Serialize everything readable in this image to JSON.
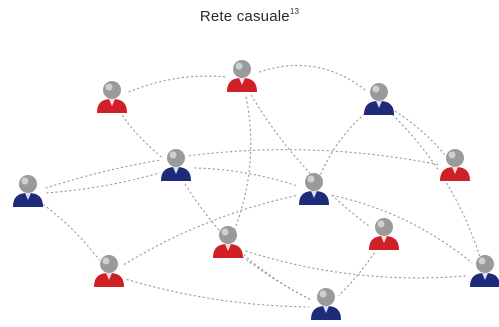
{
  "title": {
    "text": "Rete casuale",
    "footnote": "13"
  },
  "colors": {
    "red_shirt": "#cf2027",
    "blue_shirt": "#1f2a7a",
    "head": "#9a9a9a",
    "link": "#9a9a9a"
  },
  "nodes": [
    {
      "id": "n1",
      "color": "red"
    },
    {
      "id": "n2",
      "color": "red"
    },
    {
      "id": "n3",
      "color": "blue"
    },
    {
      "id": "n4",
      "color": "blue"
    },
    {
      "id": "n5",
      "color": "red"
    },
    {
      "id": "n6",
      "color": "blue"
    },
    {
      "id": "n7",
      "color": "blue"
    },
    {
      "id": "n8",
      "color": "red"
    },
    {
      "id": "n9",
      "color": "red"
    },
    {
      "id": "n10",
      "color": "red"
    },
    {
      "id": "n11",
      "color": "blue"
    },
    {
      "id": "n12",
      "color": "blue"
    }
  ],
  "links": [
    [
      "n1",
      "n2"
    ],
    [
      "n1",
      "n6"
    ],
    [
      "n2",
      "n3"
    ],
    [
      "n2",
      "n8"
    ],
    [
      "n2",
      "n9"
    ],
    [
      "n3",
      "n7"
    ],
    [
      "n3",
      "n12"
    ],
    [
      "n3",
      "n5"
    ],
    [
      "n4",
      "n5"
    ],
    [
      "n4",
      "n6"
    ],
    [
      "n4",
      "n10"
    ],
    [
      "n6",
      "n11"
    ],
    [
      "n6",
      "n7"
    ],
    [
      "n7",
      "n12"
    ],
    [
      "n7",
      "n10"
    ],
    [
      "n8",
      "n12"
    ],
    [
      "n8",
      "n11"
    ],
    [
      "n9",
      "n11"
    ],
    [
      "n10",
      "n11"
    ]
  ]
}
